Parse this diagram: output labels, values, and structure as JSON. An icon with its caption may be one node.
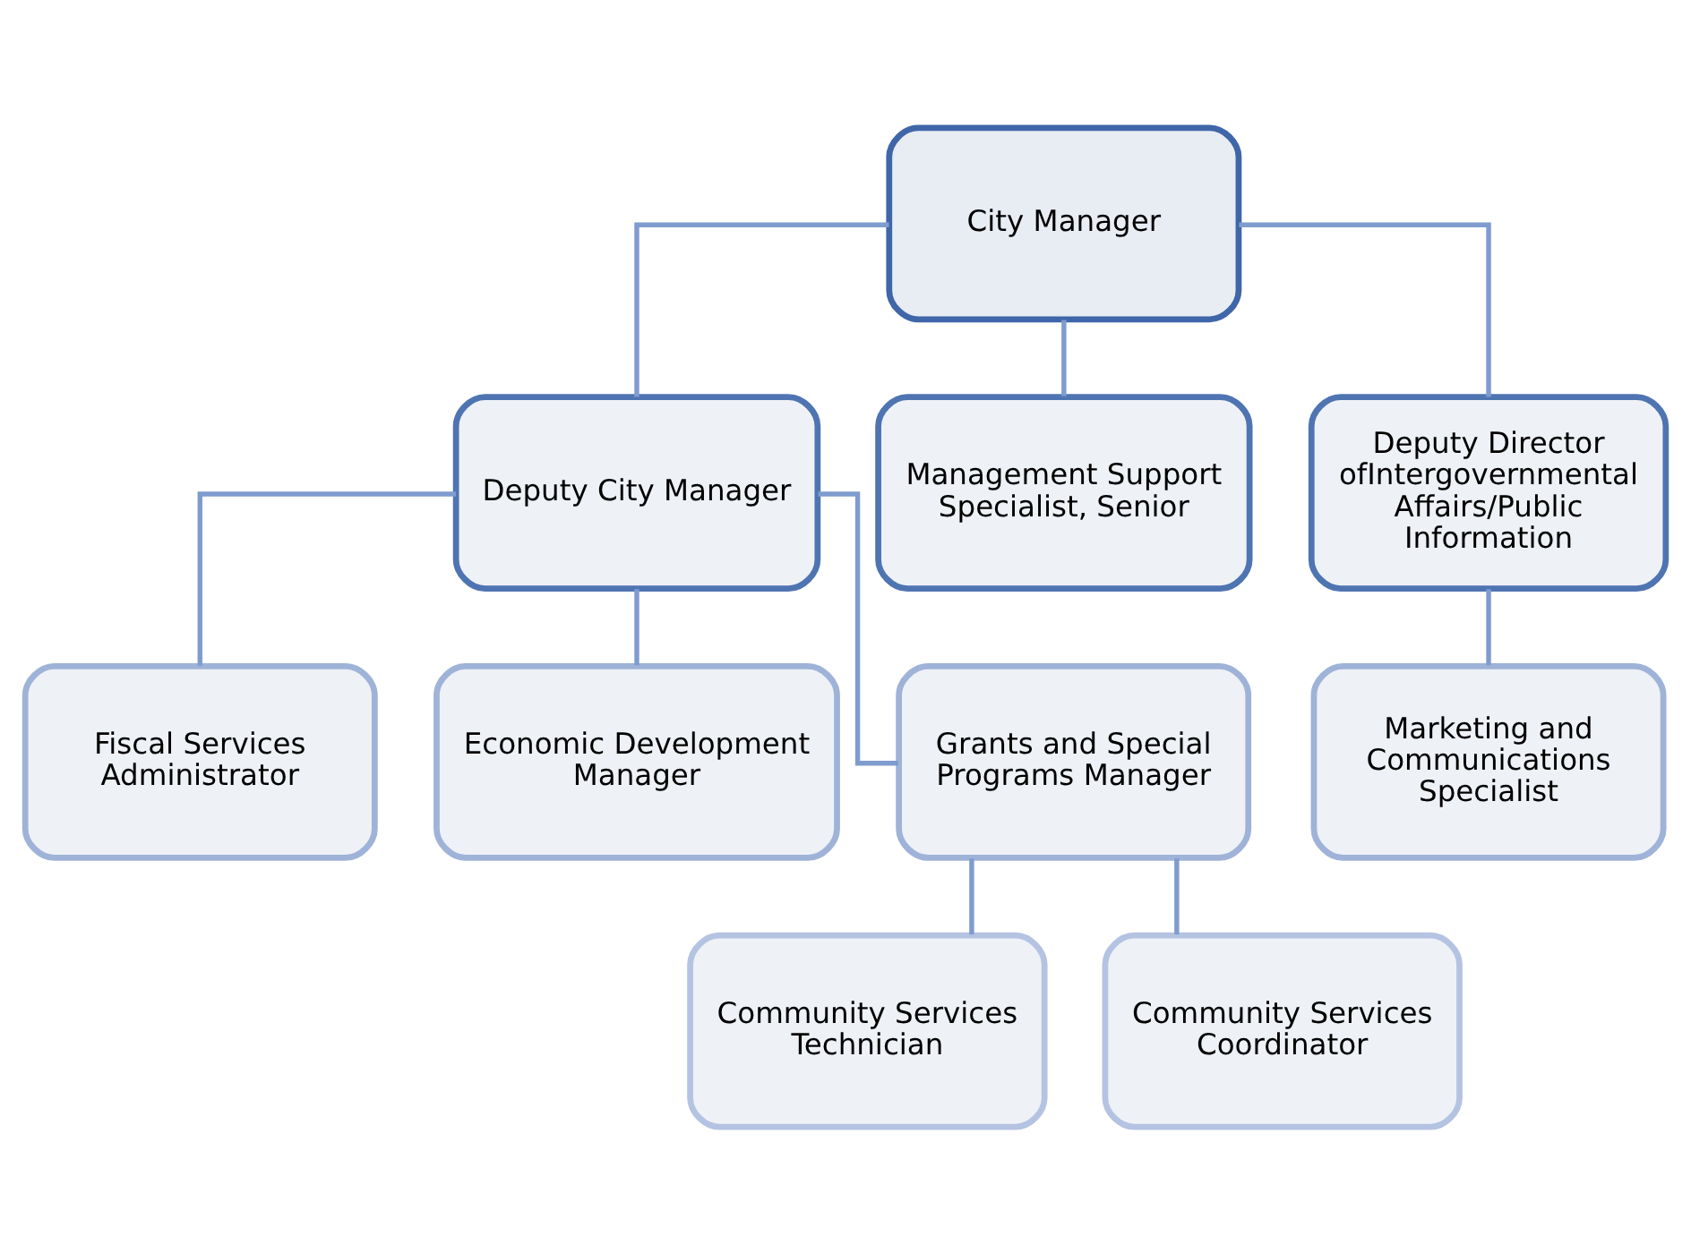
{
  "diagram": {
    "nodes": [
      {
        "text": [
          "City Manager"
        ]
      },
      {
        "text": [
          "Deputy City Manager"
        ]
      },
      {
        "text": [
          "Management Support Specialist, Senior"
        ]
      },
      {
        "text": [
          "Deputy Director ofIntergovernmental Affairs/Public Information"
        ]
      },
      {
        "text": [
          "Fiscal Services Administrator"
        ]
      },
      {
        "text": [
          "Economic Development Manager"
        ]
      },
      {
        "text": [
          "Grants and Special Programs Manager"
        ]
      },
      {
        "text": [
          "Marketing and Communications Specialist"
        ]
      },
      {
        "text": [
          "Community Services Technician"
        ]
      },
      {
        "text": [
          "Community Services Coordinator"
        ]
      }
    ],
    "edges": [
      {
        "from": 0,
        "to": 1,
        "arrow": "none"
      },
      {
        "from": 0,
        "to": 2,
        "arrow": "none"
      },
      {
        "from": 0,
        "to": 3,
        "arrow": "none"
      },
      {
        "from": 1,
        "to": 4,
        "arrow": "none"
      },
      {
        "from": 1,
        "to": 5,
        "arrow": "none"
      },
      {
        "from": 1,
        "to": 6,
        "arrow": "none"
      },
      {
        "from": 3,
        "to": 7,
        "arrow": "none"
      },
      {
        "from": 6,
        "to": 8,
        "arrow": "none"
      },
      {
        "from": 6,
        "to": 9,
        "arrow": "none"
      }
    ]
  }
}
